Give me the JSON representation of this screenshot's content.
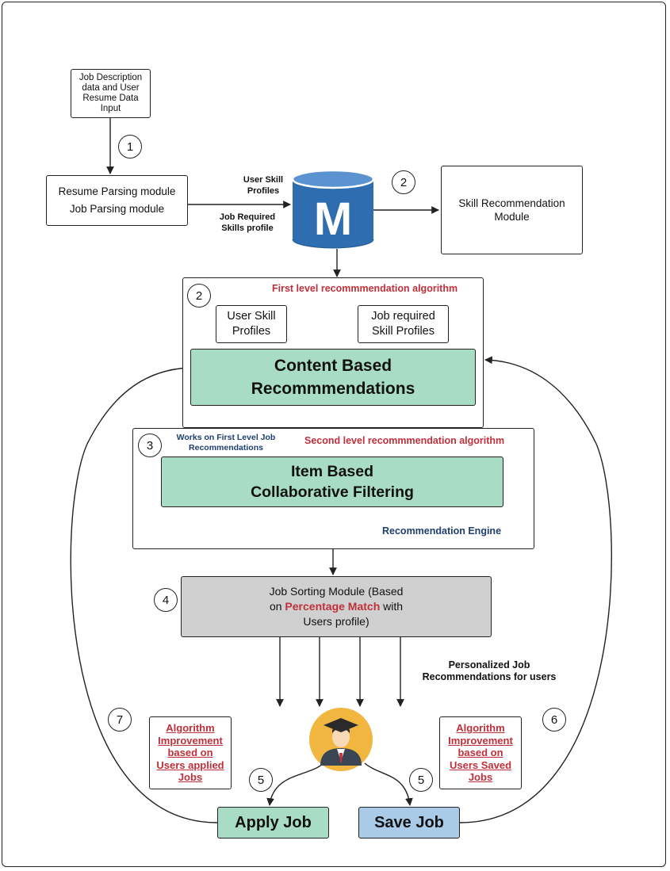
{
  "input_box": {
    "lines": [
      "Job Description",
      "data and User",
      "Resume Data",
      "Input"
    ]
  },
  "parsing_box": {
    "lines": [
      "Resume Parsing module",
      "Job Parsing module"
    ]
  },
  "edge_labels": {
    "user_skill": [
      "User Skill",
      "Profiles"
    ],
    "job_required": [
      "Job Required",
      "Skills profile"
    ],
    "personalized": [
      "Personalized Job",
      "Recommendations for users"
    ]
  },
  "database": {
    "letter": "M"
  },
  "skill_box": {
    "lines": [
      "Skill Recommendation",
      "Module"
    ]
  },
  "engine": {
    "first_level_title": "First level recommmendation algorithm",
    "user_skill_box": [
      "User Skill",
      "Profiles"
    ],
    "job_skill_box": [
      "Job required",
      "Skill Profiles"
    ],
    "content_based": [
      "Content Based",
      "Recommmendations"
    ],
    "works_on": [
      "Works on First Level Job",
      "Recommendations"
    ],
    "second_level_title": "Second level recommmendation algorithm",
    "item_based": [
      "Item Based",
      "Collaborative Filtering"
    ],
    "engine_label": "Recommendation Engine"
  },
  "sorting": {
    "line1": "Job Sorting Module (Based",
    "line2_prefix": "on ",
    "line2_highlight": "Percentage Match",
    "line2_suffix": " with",
    "line3": "Users profile)"
  },
  "notes": {
    "applied": [
      "Algorithm",
      "Improvement",
      "based on",
      "Users applied",
      "Jobs"
    ],
    "saved": [
      "Algorithm",
      "Improvement",
      "based on",
      "Users Saved",
      "Jobs"
    ]
  },
  "actions": {
    "apply": "Apply Job",
    "save": "Save Job"
  },
  "steps": {
    "s1": "1",
    "s2a": "2",
    "s2b": "2",
    "s3": "3",
    "s4": "4",
    "s5a": "5",
    "s5b": "5",
    "s6": "6",
    "s7": "7"
  },
  "colors": {
    "content_green": "#a8dcc4",
    "apply_green": "#a8dcc4",
    "save_blue": "#a9cbe8",
    "sorting_grey": "#d0d0d0",
    "db_blue": "#2e6db0",
    "accent_red": "#c0303a",
    "accent_navy": "#1f3f6e",
    "avatar_orange": "#f0b640"
  },
  "icons": {
    "database": "database-icon",
    "user": "graduate-user-icon"
  }
}
